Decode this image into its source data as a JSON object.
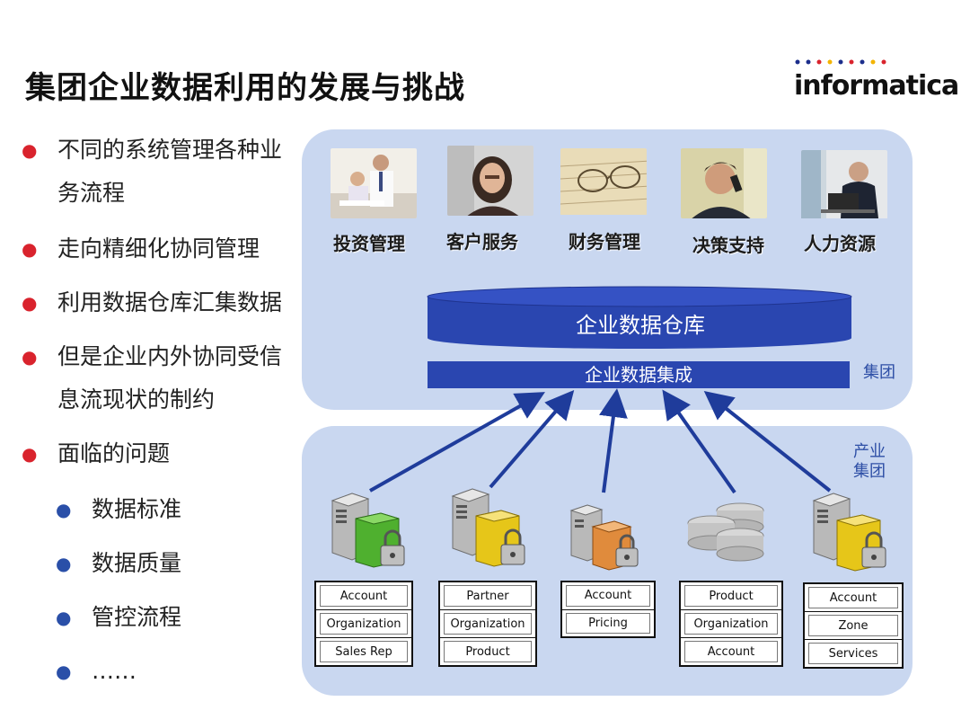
{
  "title": "集团企业数据利用的发展与挑战",
  "logo": {
    "text": "informatica",
    "dot_colors": [
      "#1c2e8c",
      "#1c2e8c",
      "#d9232d",
      "#f3b400",
      "#1c2e8c",
      "#d9232d",
      "#1c2e8c",
      "#f3b400",
      "#d9232d"
    ]
  },
  "bullets": [
    {
      "lines": [
        "不同的系统管理各种业",
        "务流程"
      ]
    },
    {
      "lines": [
        "走向精细化协同管理"
      ]
    },
    {
      "lines": [
        "利用数据仓库汇集数据"
      ]
    },
    {
      "lines": [
        "但是企业内外协同受信",
        "息流现状的制约"
      ]
    },
    {
      "lines": [
        "面临的问题"
      ]
    }
  ],
  "sub_bullets": [
    "数据标准",
    "数据质量",
    "管控流程",
    "……"
  ],
  "functions": [
    "投资管理",
    "客户服务",
    "财务管理",
    "决策支持",
    "人力资源"
  ],
  "warehouse_label": "企业数据仓库",
  "integration_label": "企业数据集成",
  "group_label": "集团",
  "industry_label_1": "产业",
  "industry_label_2": "集团",
  "sources": [
    {
      "cells": [
        "Account",
        "Organization",
        "Sales Rep"
      ]
    },
    {
      "cells": [
        "Partner",
        "Organization",
        "Product"
      ]
    },
    {
      "cells": [
        "Account",
        "Pricing"
      ]
    },
    {
      "cells": [
        "Product",
        "Organization",
        "Account"
      ]
    },
    {
      "cells": [
        "Account",
        "Zone",
        "Services"
      ]
    }
  ],
  "colors": {
    "panel": "#c9d7f0",
    "cylinder": "#2a46b0",
    "arrow": "#1f3c9b",
    "bullet_red": "#d9232d",
    "bullet_blue": "#2a4fa8"
  }
}
